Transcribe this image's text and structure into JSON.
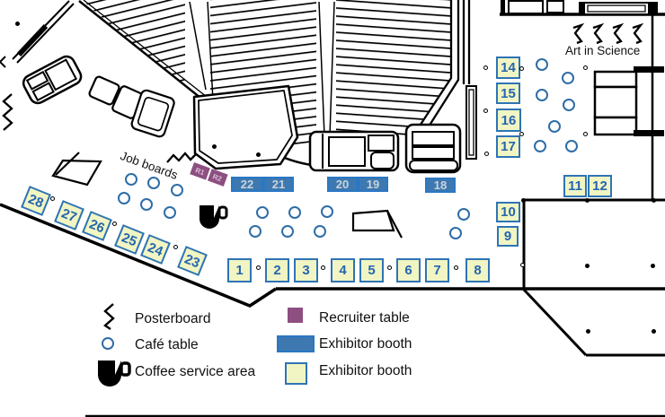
{
  "labels": {
    "job_boards": "Job boards",
    "art_in_science": "Art in Science"
  },
  "legend": {
    "items": [
      {
        "symbol": "posterboard-zigzag",
        "label": "Posterboard"
      },
      {
        "symbol": "cafe-table-circle",
        "label": "Café table"
      },
      {
        "symbol": "coffee-cup",
        "label": "Coffee service area"
      },
      {
        "symbol": "recruiter-table-square",
        "label": "Recruiter table"
      },
      {
        "symbol": "exhibitor-booth-blue",
        "label": "Exhibitor booth"
      },
      {
        "symbol": "exhibitor-booth-yellow",
        "label": "Exhibitor booth"
      }
    ]
  },
  "booths": {
    "blue_row": [
      "22",
      "21",
      "20",
      "19",
      "18"
    ],
    "main_row": [
      "1",
      "2",
      "3",
      "4",
      "5",
      "6",
      "7",
      "8"
    ],
    "right_group": [
      "14",
      "15",
      "16",
      "17",
      "10",
      "9",
      "11",
      "12"
    ],
    "diagonal_row": [
      "28",
      "27",
      "26",
      "25",
      "24",
      "23"
    ],
    "recruiter": [
      "R1",
      "R2"
    ]
  },
  "colors": {
    "booth-blue-fill": "#3d79b0",
    "booth-blue-border": "#2a77c4",
    "booth-blue-text": "#ccd3da",
    "booth-yellow-fill": "#f1f5c3",
    "booth-yellow-border": "#2e74b5",
    "booth-yellow-text": "#2565b0",
    "recruiter-purple": "#8d4e80",
    "cafe-circle": "#2e6da8",
    "wall": "#000000"
  }
}
